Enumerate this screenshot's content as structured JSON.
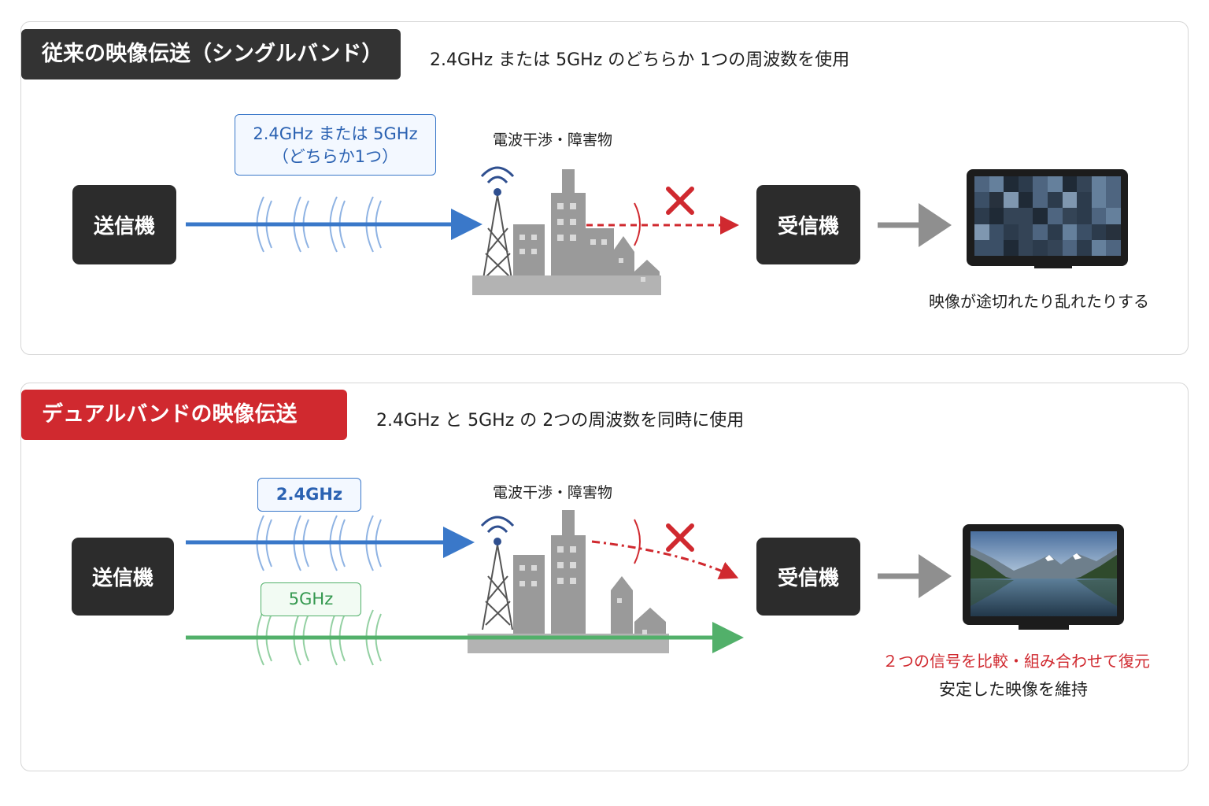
{
  "top": {
    "heading": "従来の映像伝送（シングルバンド）",
    "subtitle": "2.4GHz または 5GHz のどちらか 1つの周波数を使用",
    "band_label_line1": "2.4GHz または 5GHz",
    "band_label_line2": "（どちらか1つ）",
    "interference_label": "電波干渉・障害物",
    "transmitter": "送信機",
    "receiver": "受信機",
    "result": "映像が途切れたり乱れたりする"
  },
  "bottom": {
    "heading": "デュアルバンドの映像伝送",
    "subtitle": "2.4GHz と 5GHz の 2つの周波数を同時に使用",
    "band_24_label": "2.4GHz",
    "band_5_label": "5GHz",
    "interference_label": "電波干渉・障害物",
    "transmitter": "送信機",
    "receiver": "受信機",
    "result_line1": "２つの信号を比較・組み合わせて復元",
    "result_line2": "安定した映像を維持"
  },
  "colors": {
    "dark": "#333333",
    "accent_red": "#d0292f",
    "band_24": "#3a78c9",
    "band_5": "#52b06a",
    "failure_x": "#d0292f",
    "arrow_gray": "#8f8f8f",
    "city_gray": "#9a9a9a"
  },
  "icons": [
    "antenna-tower-icon",
    "city-buildings-icon",
    "cross-x-icon",
    "tv-icon",
    "radio-wave-icon"
  ]
}
